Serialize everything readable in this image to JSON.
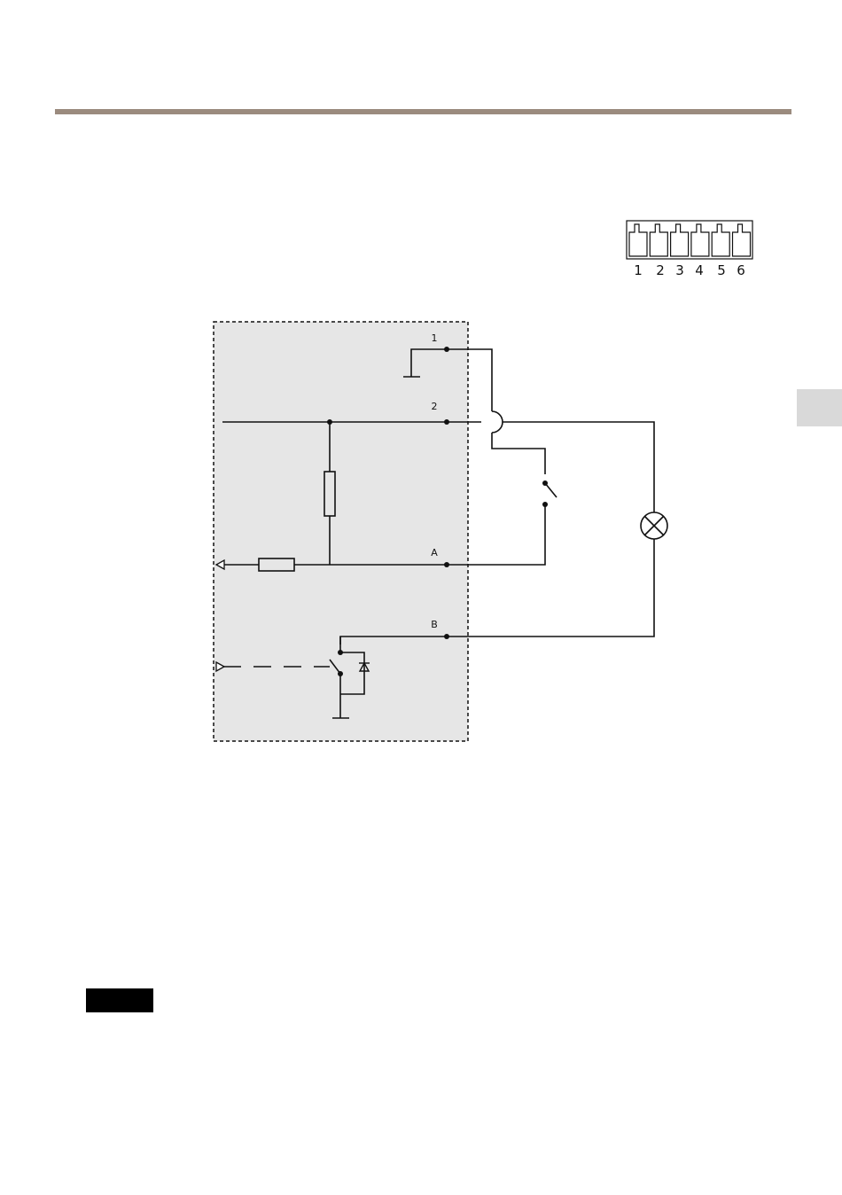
{
  "colors": {
    "top_rule": "#9b8b7e",
    "side_tab": "#d9d9d9",
    "note_label": "#000000",
    "device_area": "#e6e6e6",
    "wire": "#111111"
  },
  "connector": {
    "pin_labels": [
      "1",
      "2",
      "3",
      "4",
      "5",
      "6"
    ]
  },
  "schematic": {
    "terminal_labels": {
      "t1": "1",
      "t2": "2",
      "tA": "A",
      "tB": "B"
    }
  },
  "note": {
    "label": ""
  }
}
